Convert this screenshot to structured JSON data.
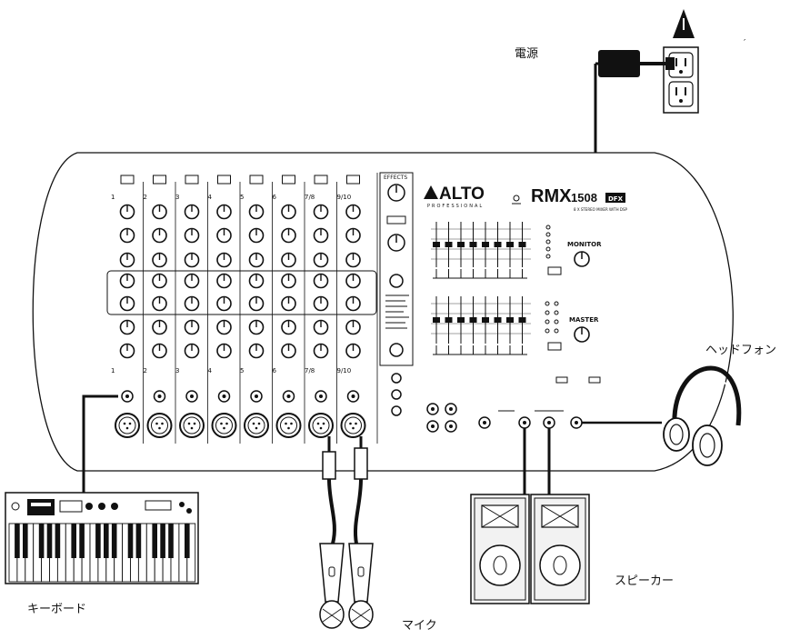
{
  "brand": {
    "logo": "ALTO",
    "logo_sub": "PROFESSIONAL",
    "model": "RMX",
    "model_number": "1508",
    "model_badge": "DFX",
    "tagline": "8 X STEREO MIXER WITH DSP"
  },
  "labels": {
    "power": "電源",
    "headphones": "ヘッドフォン",
    "keyboard": "キーボード",
    "microphones": "マイク",
    "speakers": "スピーカー"
  },
  "mixer": {
    "channels": [
      "1",
      "2",
      "3",
      "4",
      "5",
      "6",
      "7/8",
      "9/10"
    ],
    "monitor_label": "MONITOR",
    "master_label": "MASTER",
    "effects_label": "EFFECTS",
    "fader_count": 8
  },
  "colors": {
    "line": "#111111",
    "background": "#ffffff",
    "speaker_box": "#f2f2f2"
  }
}
